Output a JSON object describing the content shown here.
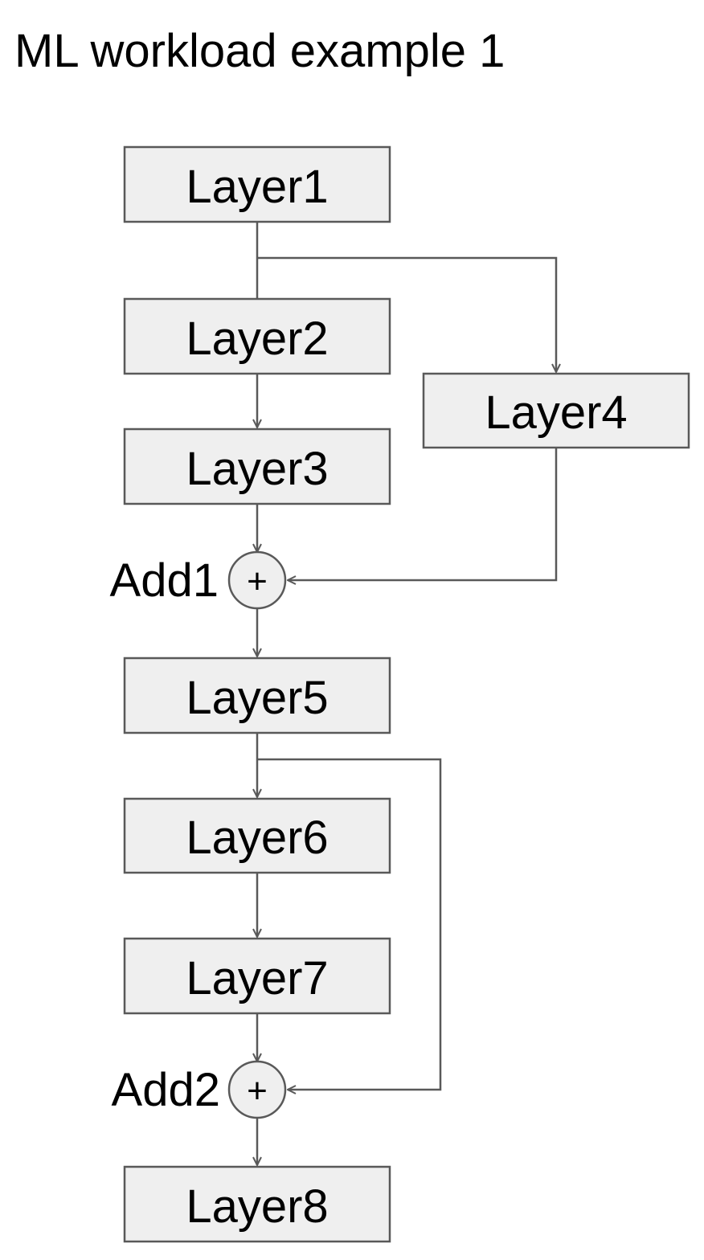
{
  "title": "ML workload example 1",
  "layers": [
    {
      "id": "layer1",
      "label": "Layer1"
    },
    {
      "id": "layer2",
      "label": "Layer2"
    },
    {
      "id": "layer3",
      "label": "Layer3"
    },
    {
      "id": "layer4",
      "label": "Layer4"
    },
    {
      "id": "layer5",
      "label": "Layer5"
    },
    {
      "id": "layer6",
      "label": "Layer6"
    },
    {
      "id": "layer7",
      "label": "Layer7"
    },
    {
      "id": "layer8",
      "label": "Layer8"
    }
  ],
  "adds": [
    {
      "id": "add1",
      "label": "Add1",
      "symbol": "+"
    },
    {
      "id": "add2",
      "label": "Add2",
      "symbol": "+"
    }
  ],
  "edges": [
    [
      "layer1",
      "layer2"
    ],
    [
      "layer1",
      "layer4"
    ],
    [
      "layer2",
      "layer3"
    ],
    [
      "layer3",
      "add1"
    ],
    [
      "layer4",
      "add1"
    ],
    [
      "add1",
      "layer5"
    ],
    [
      "layer5",
      "layer6"
    ],
    [
      "layer5",
      "add2"
    ],
    [
      "layer6",
      "layer7"
    ],
    [
      "layer7",
      "add2"
    ],
    [
      "add2",
      "layer8"
    ]
  ],
  "colors": {
    "box_fill": "#efefef",
    "box_stroke": "#595959",
    "edge": "#595959",
    "text": "#000000"
  }
}
